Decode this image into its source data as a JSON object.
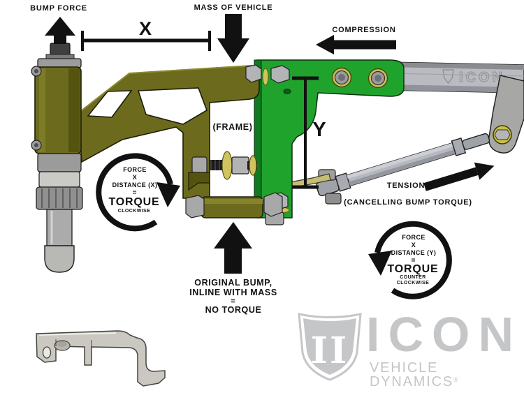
{
  "diagram": {
    "labels": {
      "bump_force": "BUMP FORCE",
      "mass_of_vehicle": "MASS OF VEHICLE",
      "compression": "COMPRESSION",
      "frame": "(FRAME)",
      "dim_x": "X",
      "dim_y": "Y",
      "tension": "TENSION",
      "tension_sub": "(CANCELLING BUMP TORQUE)",
      "original_bump_1": "ORIGINAL BUMP,",
      "original_bump_2": "INLINE WITH MASS",
      "original_bump_3": "=",
      "original_bump_4": "NO TORQUE"
    },
    "torque_cw": {
      "force": "FORCE",
      "times": "X",
      "distance": "DISTANCE (X)",
      "equals": "=",
      "torque": "TORQUE",
      "direction": "CLOCKWISE"
    },
    "torque_ccw": {
      "force": "FORCE",
      "times": "X",
      "distance": "DISTANCE (Y)",
      "equals": "=",
      "torque": "TORQUE",
      "direction_1": "COUNTER",
      "direction_2": "CLOCKWISE"
    }
  },
  "logo": {
    "mark": "II",
    "brand": "ICON",
    "subtitle": "VEHICLE DYNAMICS",
    "registered": "®",
    "spring_emboss": "ICON"
  },
  "colors": {
    "olive": "#6c6b1d",
    "olive_dark": "#55540f",
    "green": "#1fa32d",
    "green_dark": "#0f7a1e",
    "metal_gray": "#b9bbc0",
    "gold": "#cfc45e",
    "logo_gray": "#c5c6c8",
    "ink": "#111111"
  }
}
